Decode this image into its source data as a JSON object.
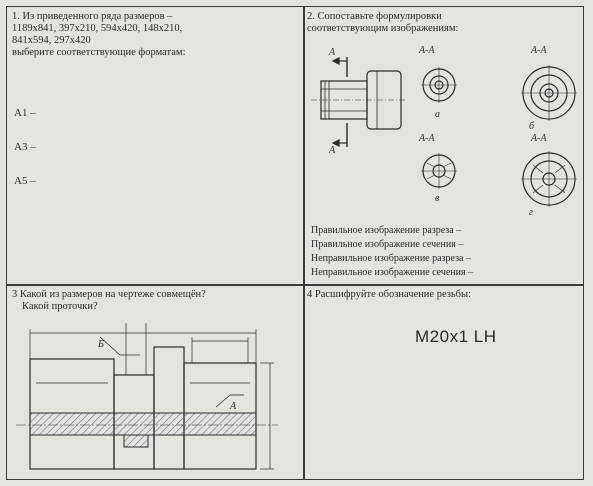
{
  "q1": {
    "text_line1": "1. Из приведенного ряда размеров –",
    "text_line2": "1189х841, 397х210, 594х420, 148х210,",
    "text_line3": "841х594, 297х420",
    "text_line4": "выберите соответствующие форматам:",
    "answers": [
      "А1 –",
      "А3 –",
      "А5 –"
    ]
  },
  "q2": {
    "title_line1": "2. Сопоставьте формулировки",
    "title_line2": "соответствующим изображениям:",
    "section_labels": [
      "А-А",
      "А-А",
      "А-А",
      "А-А"
    ],
    "view_letters": [
      "а",
      "б",
      "в",
      "г"
    ],
    "arrow_label": "А",
    "options": [
      "Правильное изображение разреза –",
      "Правильное изображение сечения –",
      "Неправильное изображение разреза –",
      "Неправильное изображение сечения –"
    ]
  },
  "q3": {
    "title_line1": "3 Какой из размеров на чертеже совмещён?",
    "title_line2": "Какой проточки?",
    "labels": [
      "Б",
      "А"
    ]
  },
  "q4": {
    "title": "4 Расшифруйте обозначение резьбы:",
    "thread": "M20x1 LH"
  },
  "colors": {
    "ink": "#2a2a2a",
    "paper": "#e4e3de",
    "hatch": "#7f8aa6"
  }
}
